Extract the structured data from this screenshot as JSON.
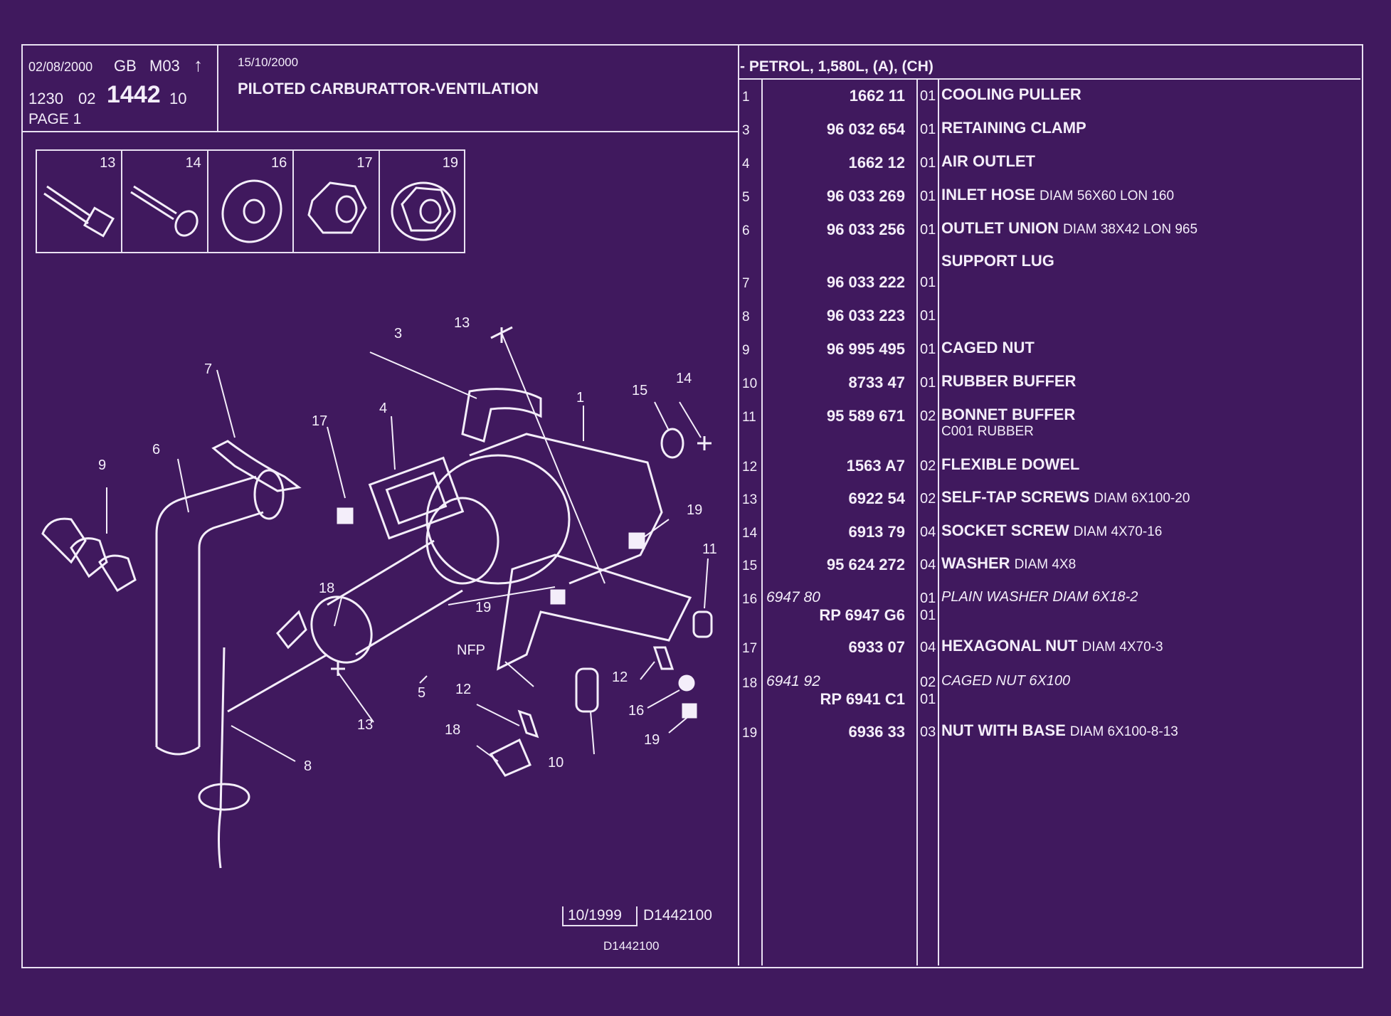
{
  "header": {
    "date": "02/08/2000",
    "lang": "GB",
    "model": "M03",
    "arrow": "↑",
    "code_a": "1230",
    "code_b": "02",
    "code_main": "1442",
    "code_c": "10",
    "page": "PAGE 1",
    "date2": "15/10/2000",
    "title": "PILOTED CARBURATTOR-VENTILATION",
    "engine": "- PETROL, 1,580L, (A), (CH)"
  },
  "thumbs": [
    "13",
    "14",
    "16",
    "17",
    "19"
  ],
  "diagram_labels": [
    "13",
    "3",
    "7",
    "17",
    "4",
    "1",
    "15",
    "14",
    "9",
    "6",
    "19",
    "11",
    "18",
    "19",
    "NFP",
    "12",
    "5",
    "13",
    "8",
    "12",
    "16",
    "18",
    "10",
    "19"
  ],
  "footer": {
    "date": "10/1999",
    "ref": "D1442100",
    "ref2": "D1442100"
  },
  "parts": [
    {
      "idx": "1",
      "ref": "1662 11",
      "qty": "01",
      "desc": "COOLING PULLER",
      "sub": ""
    },
    {
      "idx": "3",
      "ref": "96 032 654",
      "qty": "01",
      "desc": "RETAINING CLAMP",
      "sub": ""
    },
    {
      "idx": "4",
      "ref": "1662 12",
      "qty": "01",
      "desc": "AIR OUTLET",
      "sub": ""
    },
    {
      "idx": "5",
      "ref": "96 033 269",
      "qty": "01",
      "desc": "INLET HOSE",
      "sub": "DIAM 56X60 LON 160"
    },
    {
      "idx": "6",
      "ref": "96 033 256",
      "qty": "01",
      "desc": "OUTLET UNION",
      "sub": "DIAM 38X42 LON 965"
    },
    {
      "idx": "",
      "ref": "",
      "qty": "",
      "desc": "SUPPORT LUG",
      "sub": ""
    },
    {
      "idx": "7",
      "ref": "96 033 222",
      "qty": "01",
      "desc": "",
      "sub": ""
    },
    {
      "idx": "8",
      "ref": "96 033 223",
      "qty": "01",
      "desc": "",
      "sub": ""
    },
    {
      "idx": "9",
      "ref": "96 995 495",
      "qty": "01",
      "desc": "CAGED NUT",
      "sub": ""
    },
    {
      "idx": "10",
      "ref": "8733 47",
      "qty": "01",
      "desc": "RUBBER BUFFER",
      "sub": ""
    },
    {
      "idx": "11",
      "ref": "95 589 671",
      "qty": "02",
      "desc": "BONNET BUFFER",
      "sub": "",
      "desc2": "C001 RUBBER"
    },
    {
      "idx": "12",
      "ref": "1563 A7",
      "qty": "02",
      "desc": "FLEXIBLE DOWEL",
      "sub": ""
    },
    {
      "idx": "13",
      "ref": "6922 54",
      "qty": "02",
      "desc": "SELF-TAP SCREWS",
      "sub": "DIAM 6X100-20"
    },
    {
      "idx": "14",
      "ref": "6913 79",
      "qty": "04",
      "desc": "SOCKET SCREW",
      "sub": "DIAM 4X70-16"
    },
    {
      "idx": "15",
      "ref": "95 624 272",
      "qty": "04",
      "desc": "WASHER",
      "sub": "DIAM 4X8"
    },
    {
      "idx": "16",
      "ref_it": "6947 80",
      "ref": "RP 6947 G6",
      "qty": "01",
      "qty2": "01",
      "desc_it": "PLAIN WASHER DIAM 6X18-2"
    },
    {
      "idx": "17",
      "ref": "6933 07",
      "qty": "04",
      "desc": "HEXAGONAL NUT",
      "sub": "DIAM 4X70-3"
    },
    {
      "idx": "18",
      "ref_it": "6941 92",
      "ref": "RP 6941 C1",
      "qty": "02",
      "qty2": "01",
      "desc_it": "CAGED NUT 6X100"
    },
    {
      "idx": "19",
      "ref": "6936 33",
      "qty": "03",
      "desc": "NUT WITH BASE",
      "sub": "DIAM 6X100-8-13"
    }
  ]
}
